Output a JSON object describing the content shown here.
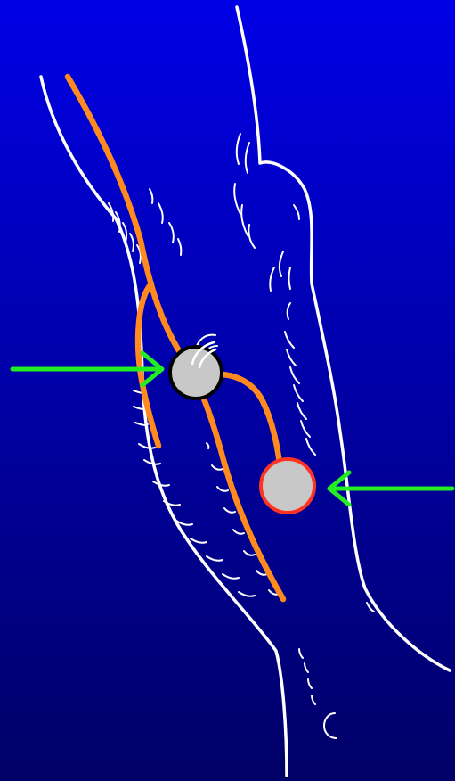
{
  "colors": {
    "background_top": "#0000e6",
    "background_bottom": "#000066",
    "outline": "#ffffff",
    "vessel": "#ff8a1e",
    "arrow": "#22ee22",
    "node_fill": "#c8c8c8",
    "node_upper_border": "#000000",
    "node_lower_border": "#ff3322"
  },
  "nodes": [
    {
      "id": "upper-node",
      "border": "black"
    },
    {
      "id": "lower-node",
      "border": "red"
    }
  ],
  "arrows": [
    {
      "id": "left-arrow",
      "points_to": "upper-node"
    },
    {
      "id": "right-arrow",
      "points_to": "lower-node"
    }
  ]
}
